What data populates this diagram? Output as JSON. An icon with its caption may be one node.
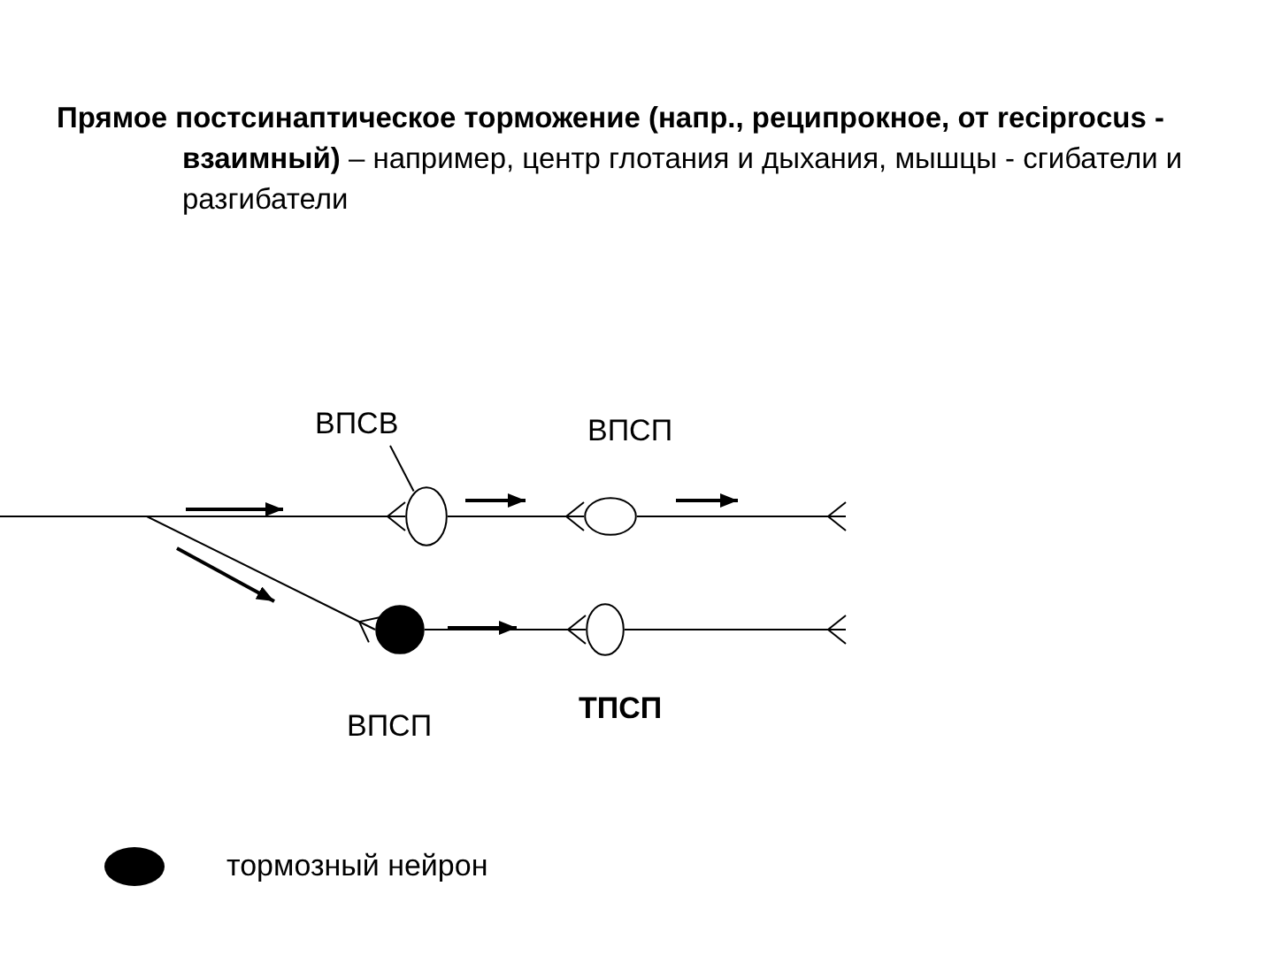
{
  "diagram": {
    "title": "**Прямое постсинаптическое торможение (напр., реципрокное, от reciprocus - взаимный)** – например, центр глотания и дыхания, мышцы - сгибатели и разгибатели",
    "nodes": [
      {
        "text": [],
        "shape": "circle"
      },
      {
        "text": [],
        "shape": "circle",
        "beside": [
          "ВПСП"
        ]
      },
      {
        "text": [],
        "shape": "circle",
        "beside": [
          "ВПСП"
        ]
      },
      {
        "text": [],
        "shape": "circle",
        "beside": [
          "ТПСП"
        ]
      },
      {
        "text": [
          "ВПСВ"
        ]
      }
    ],
    "edges": [
      {
        "from": null,
        "to": 0,
        "arrow": "other"
      },
      {
        "from": null,
        "to": 2,
        "arrow": "other"
      },
      {
        "from": 0,
        "to": 1,
        "arrow": "other"
      },
      {
        "from": 2,
        "to": 3,
        "arrow": "other"
      },
      {
        "from": 1,
        "to": null,
        "arrow": "other"
      },
      {
        "from": 3,
        "to": null,
        "arrow": "other"
      },
      {
        "from": 4,
        "to": 0,
        "arrow": "none"
      }
    ],
    "legend": [
      {
        "text": "тормозный нейрон",
        "color": "#000000"
      }
    ]
  }
}
